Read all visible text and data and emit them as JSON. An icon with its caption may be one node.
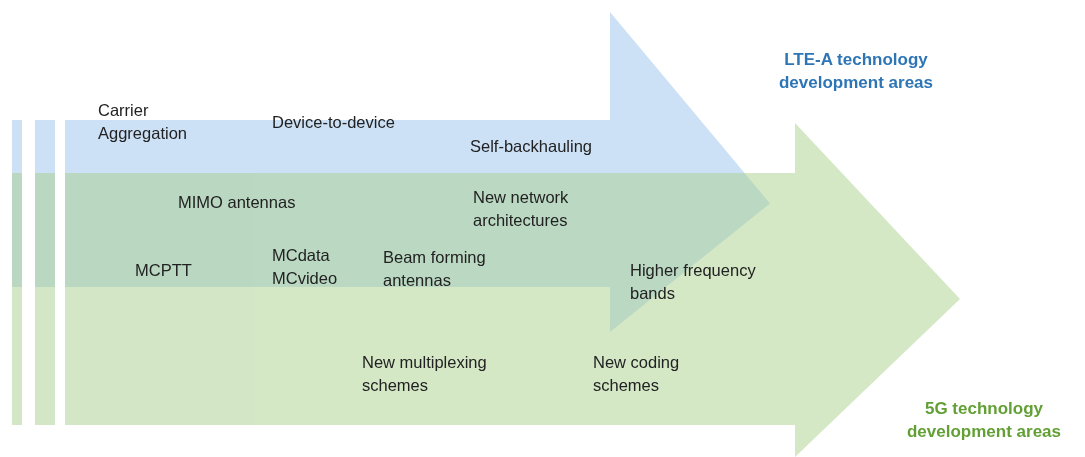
{
  "diagram": {
    "nodes": [
      {
        "text": [
          "LTE-A technology development areas"
        ]
      },
      {
        "text": [
          "5G technology development areas"
        ]
      }
    ],
    "labels": [
      "Carrier Aggregation",
      "Device-to-device",
      "Self-backhauling",
      "MIMO antennas",
      "New network architectures",
      "MCPTT",
      "MCdata MCvideo",
      "Beam forming antennas",
      "Higher frequency bands",
      "New multiplexing schemes",
      "New coding schemes"
    ]
  }
}
